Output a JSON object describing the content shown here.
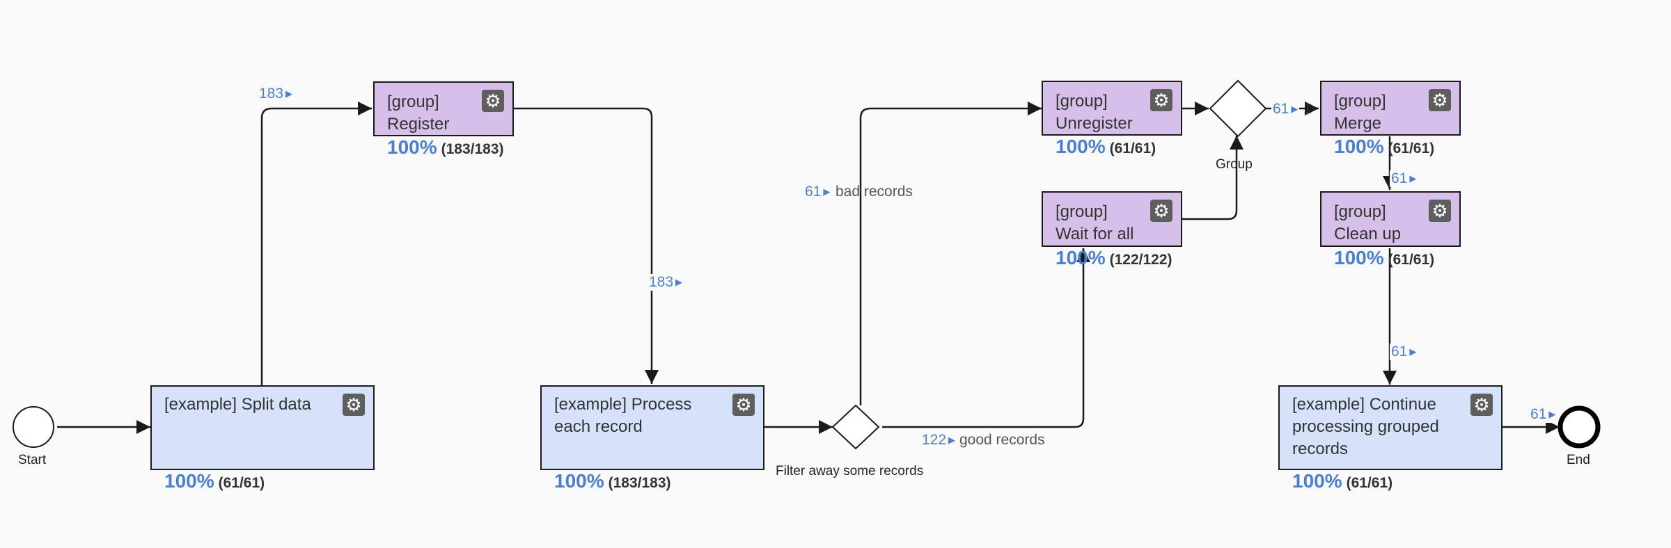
{
  "events": {
    "start": "Start",
    "end": "End"
  },
  "tasks": {
    "split": {
      "title": "[example] Split data",
      "percent": "100%",
      "count": "(61/61)"
    },
    "process": {
      "title": "[example] Process each record",
      "percent": "100%",
      "count": "(183/183)"
    },
    "continue": {
      "title": "[example] Continue processing grouped records",
      "percent": "100%",
      "count": "(61/61)"
    }
  },
  "groups": {
    "register": {
      "type": "[group]",
      "name": "Register",
      "percent": "100%",
      "count": "(183/183)"
    },
    "unregister": {
      "type": "[group]",
      "name": "Unregister",
      "percent": "100%",
      "count": "(61/61)"
    },
    "wait": {
      "type": "[group]",
      "name": "Wait for all",
      "percent": "100%",
      "count": "(122/122)"
    },
    "merge": {
      "type": "[group]",
      "name": "Merge",
      "percent": "100%",
      "count": "(61/61)"
    },
    "cleanup": {
      "type": "[group]",
      "name": "Clean up",
      "percent": "100%",
      "count": "(61/61)"
    }
  },
  "gateways": {
    "filter": "Filter away some records",
    "group": "Group"
  },
  "edges": {
    "to_register": "183",
    "to_process": "183",
    "bad": {
      "count": "61",
      "label": "bad records"
    },
    "good": {
      "count": "122",
      "label": "good records"
    },
    "to_merge_count": "61",
    "to_merge_multiplier": "1",
    "to_cleanup": "61",
    "to_continue": "61",
    "to_end": "61"
  },
  "icons": {
    "gear": "gear-icon"
  },
  "colors": {
    "task_fill": "#d6e2fa",
    "group_fill": "#d6bfe9",
    "progress": "#4a7fd4"
  }
}
